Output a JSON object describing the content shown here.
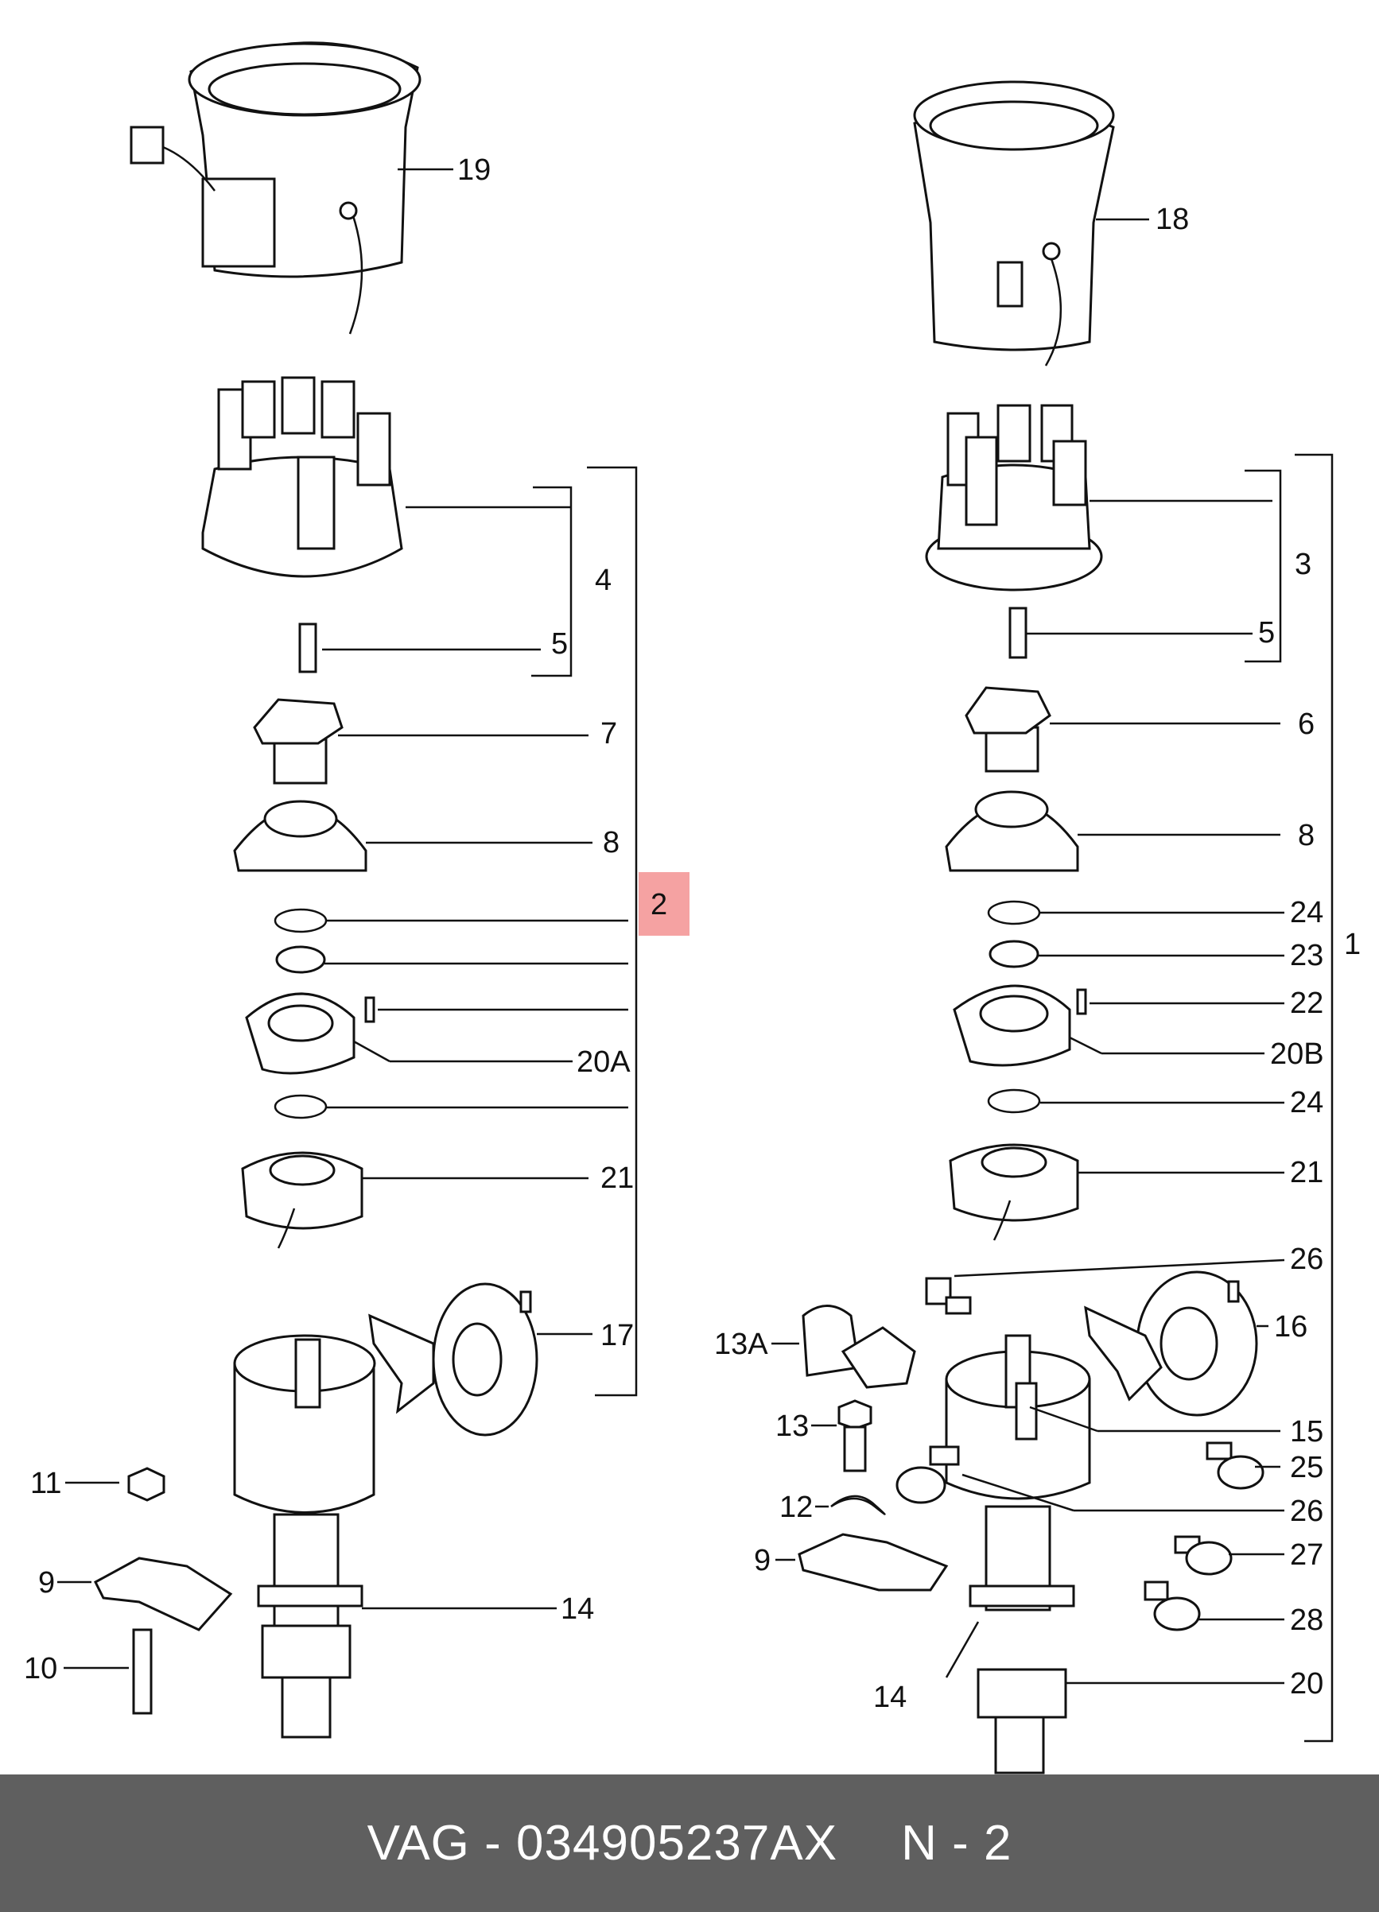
{
  "callouts": {
    "l19": "19",
    "l4": "4",
    "l5": "5",
    "l7": "7",
    "l8": "8",
    "l2": "2",
    "l20A": "20A",
    "l21": "21",
    "l17": "17",
    "l11": "11",
    "l9": "9",
    "l10": "10",
    "l14": "14",
    "r18": "18",
    "r3": "3",
    "r5": "5",
    "r6": "6",
    "r8": "8",
    "r1": "1",
    "r24a": "24",
    "r23": "23",
    "r22": "22",
    "r20B": "20B",
    "r24b": "24",
    "r21": "21",
    "r26a": "26",
    "r16": "16",
    "r13A": "13A",
    "r15": "15",
    "r13": "13",
    "r25": "25",
    "r12": "12",
    "r26b": "26",
    "r9": "9",
    "r27": "27",
    "r28": "28",
    "r14": "14",
    "r20": "20"
  },
  "highlight_color": "#f28b8b",
  "footer": {
    "brand": "VAG",
    "dash": "-",
    "part_number": "034905237AX",
    "ref": "N - 2",
    "background": "#5f5f5f",
    "text_color": "#ffffff"
  }
}
